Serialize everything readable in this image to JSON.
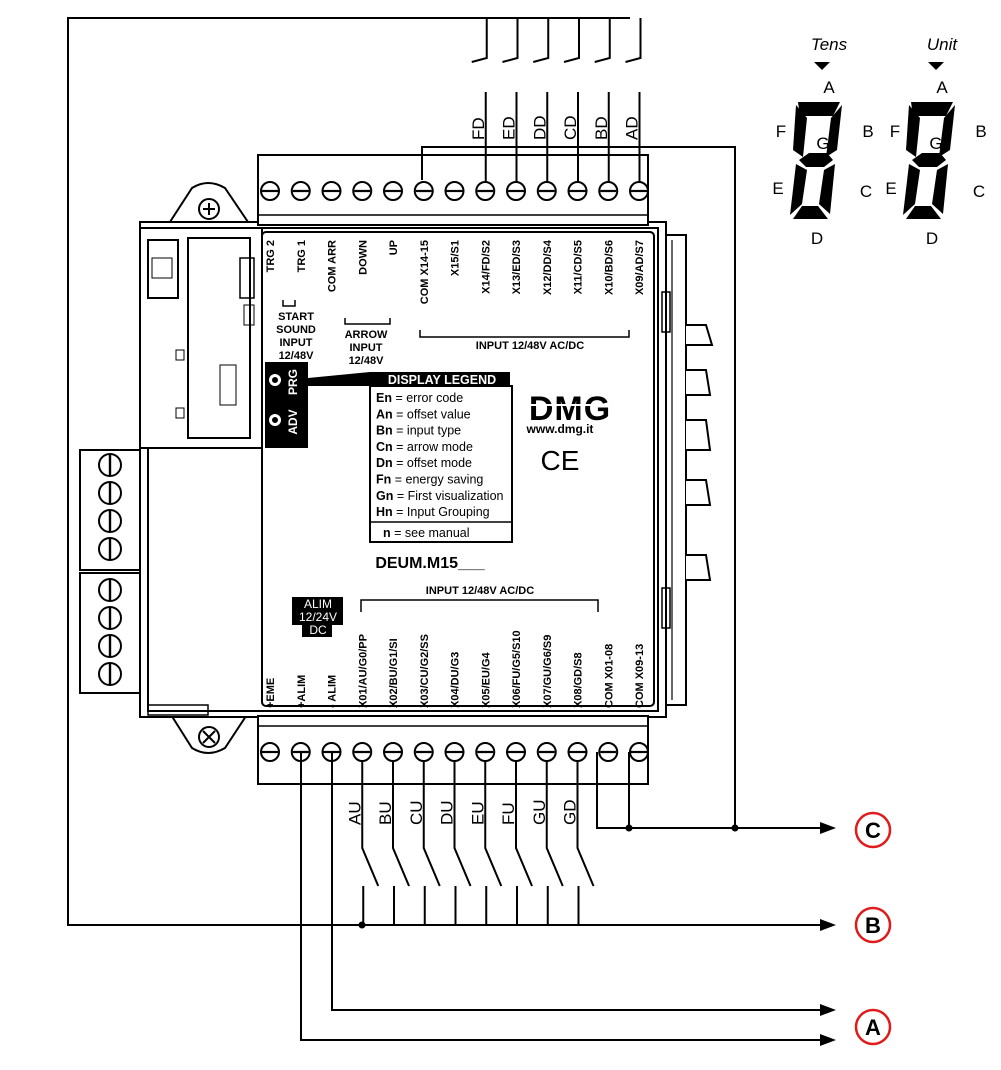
{
  "seven_seg": {
    "tens_caption": "Tens",
    "unit_caption": "Unit",
    "segments": [
      "A",
      "B",
      "C",
      "D",
      "E",
      "F",
      "G"
    ]
  },
  "top_outputs": [
    "FD",
    "ED",
    "DD",
    "CD",
    "BD",
    "AD"
  ],
  "bottom_outputs": [
    "AU",
    "BU",
    "CU",
    "DU",
    "EU",
    "FU",
    "GU",
    "GD"
  ],
  "top_terminals": [
    "TRG 2",
    "TRG 1",
    "COM ARR",
    "DOWN",
    "UP",
    "COM X14-15",
    "X15/S1",
    "X14/FD/S2",
    "X13/ED/S3",
    "X12/DD/S4",
    "X11/CD/S5",
    "X10/BD/S6",
    "X09/AD/S7"
  ],
  "bottom_terminals": [
    "+EME",
    "+ALIM",
    "- ALIM",
    "X01/AU/G0/PP",
    "X02/BU/G1/SI",
    "X03/CU/G2/SS",
    "X04/DU/G3",
    "X05/EU/G4",
    "X06/FU/G5/S10",
    "X07/GU/G6/S9",
    "X08/GD/S8",
    "COM X01-08",
    "COM X09-13"
  ],
  "groups": {
    "start_sound": [
      "START",
      "SOUND",
      "INPUT",
      "12/48V"
    ],
    "arrow_input": [
      "ARROW",
      "INPUT",
      "12/48V"
    ],
    "input_top": "INPUT 12/48V AC/DC",
    "input_bottom": "INPUT 12/48V AC/DC",
    "alim": [
      "ALIM",
      "12/24V",
      "DC"
    ]
  },
  "buttons": {
    "prg": "PRG",
    "adv": "ADV"
  },
  "legend": {
    "title": "DISPLAY LEGEND",
    "items": [
      {
        "key": "En",
        "text": " = error code"
      },
      {
        "key": "An",
        "text": " = offset value"
      },
      {
        "key": "Bn",
        "text": " = input type"
      },
      {
        "key": "Cn",
        "text": " = arrow mode"
      },
      {
        "key": "Dn",
        "text": " = offset mode"
      },
      {
        "key": "Fn",
        "text": " = energy saving"
      },
      {
        "key": "Gn",
        "text": " = First visualization"
      },
      {
        "key": "Hn",
        "text": " = Input Grouping"
      }
    ],
    "footer_key": "n",
    "footer_text": " = see manual"
  },
  "brand": {
    "logo": "DMG",
    "url": "www.dmg.it",
    "ce": "CE"
  },
  "model": "DEUM.M15___",
  "connectors": {
    "a": "A",
    "b": "B",
    "c": "C"
  },
  "colors": {
    "connector_ring": "#e01b1b",
    "ink": "#000000"
  }
}
